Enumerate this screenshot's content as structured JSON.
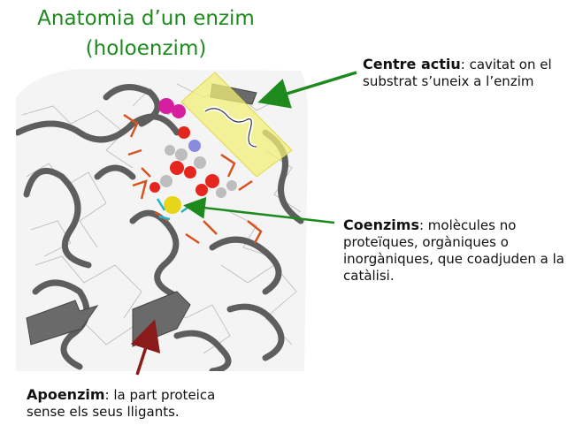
{
  "title_line1": "Anatomia d’un enzim",
  "title_line2": "(holoenzim)",
  "labels": {
    "active_site": {
      "term": "Centre actiu",
      "text": ": cavitat on el substrat s’uneix a l’enzim"
    },
    "coenzymes": {
      "term": "Coenzims",
      "text": ": molècules no proteïques, orgàniques o inorgàniques, que coadjuden a la catàlisi."
    },
    "apoenzyme": {
      "term": "Apoenzim",
      "text": ": la part proteica sense els seus lligants."
    }
  },
  "colors": {
    "title": "#1e8a1e",
    "arrow_active": "#1e8a1e",
    "arrow_coenzyme": "#1e8a1e",
    "arrow_apoenzyme": "#8b1a1a",
    "highlight_box": "#f2f07a",
    "ribbon": "#5e5e5e",
    "ligand": "#e5261e",
    "side_chains": "#d8521e",
    "coenzyme_ball": "#e6d51a"
  }
}
